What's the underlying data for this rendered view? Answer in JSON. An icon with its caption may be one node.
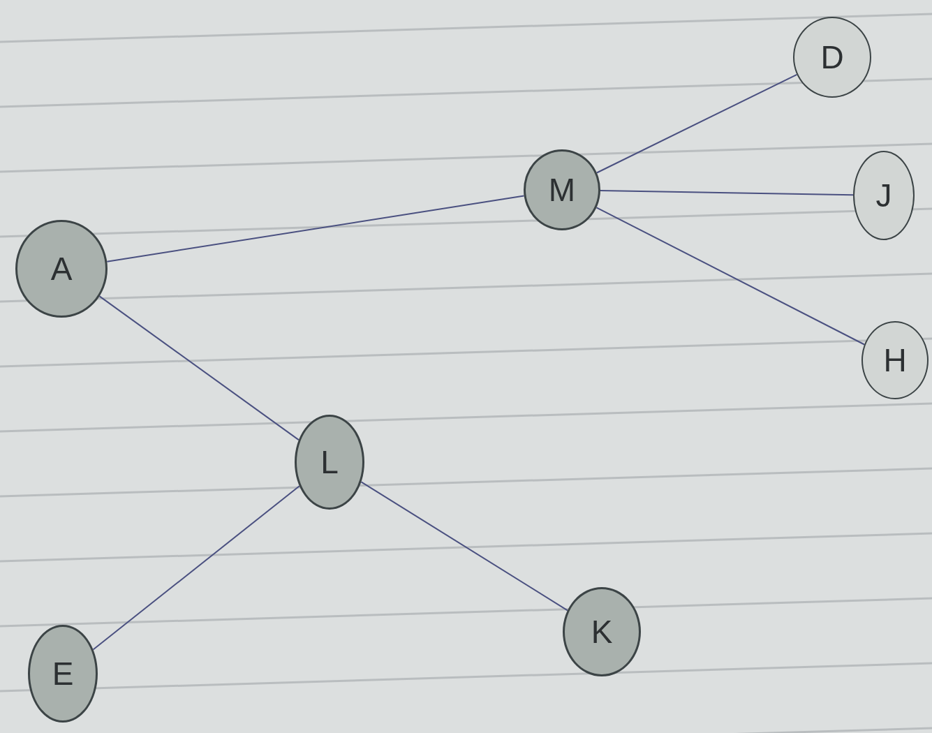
{
  "diagram": {
    "nodes": [
      {
        "text": [
          "A"
        ]
      },
      {
        "text": [
          "M"
        ]
      },
      {
        "text": [
          "D"
        ]
      },
      {
        "text": [
          "J"
        ]
      },
      {
        "text": [
          "H"
        ]
      },
      {
        "text": [
          "L"
        ]
      },
      {
        "text": [
          "E"
        ]
      },
      {
        "text": [
          "K"
        ]
      }
    ],
    "edges": [
      {
        "from": 1,
        "to": 0,
        "arrow": "none"
      },
      {
        "from": 1,
        "to": 2,
        "arrow": "none"
      },
      {
        "from": 1,
        "to": 3,
        "arrow": "none"
      },
      {
        "from": 1,
        "to": 4,
        "arrow": "none"
      },
      {
        "from": 0,
        "to": 5,
        "arrow": "none"
      },
      {
        "from": 5,
        "to": 6,
        "arrow": "none"
      },
      {
        "from": 5,
        "to": 7,
        "arrow": "none"
      }
    ]
  }
}
